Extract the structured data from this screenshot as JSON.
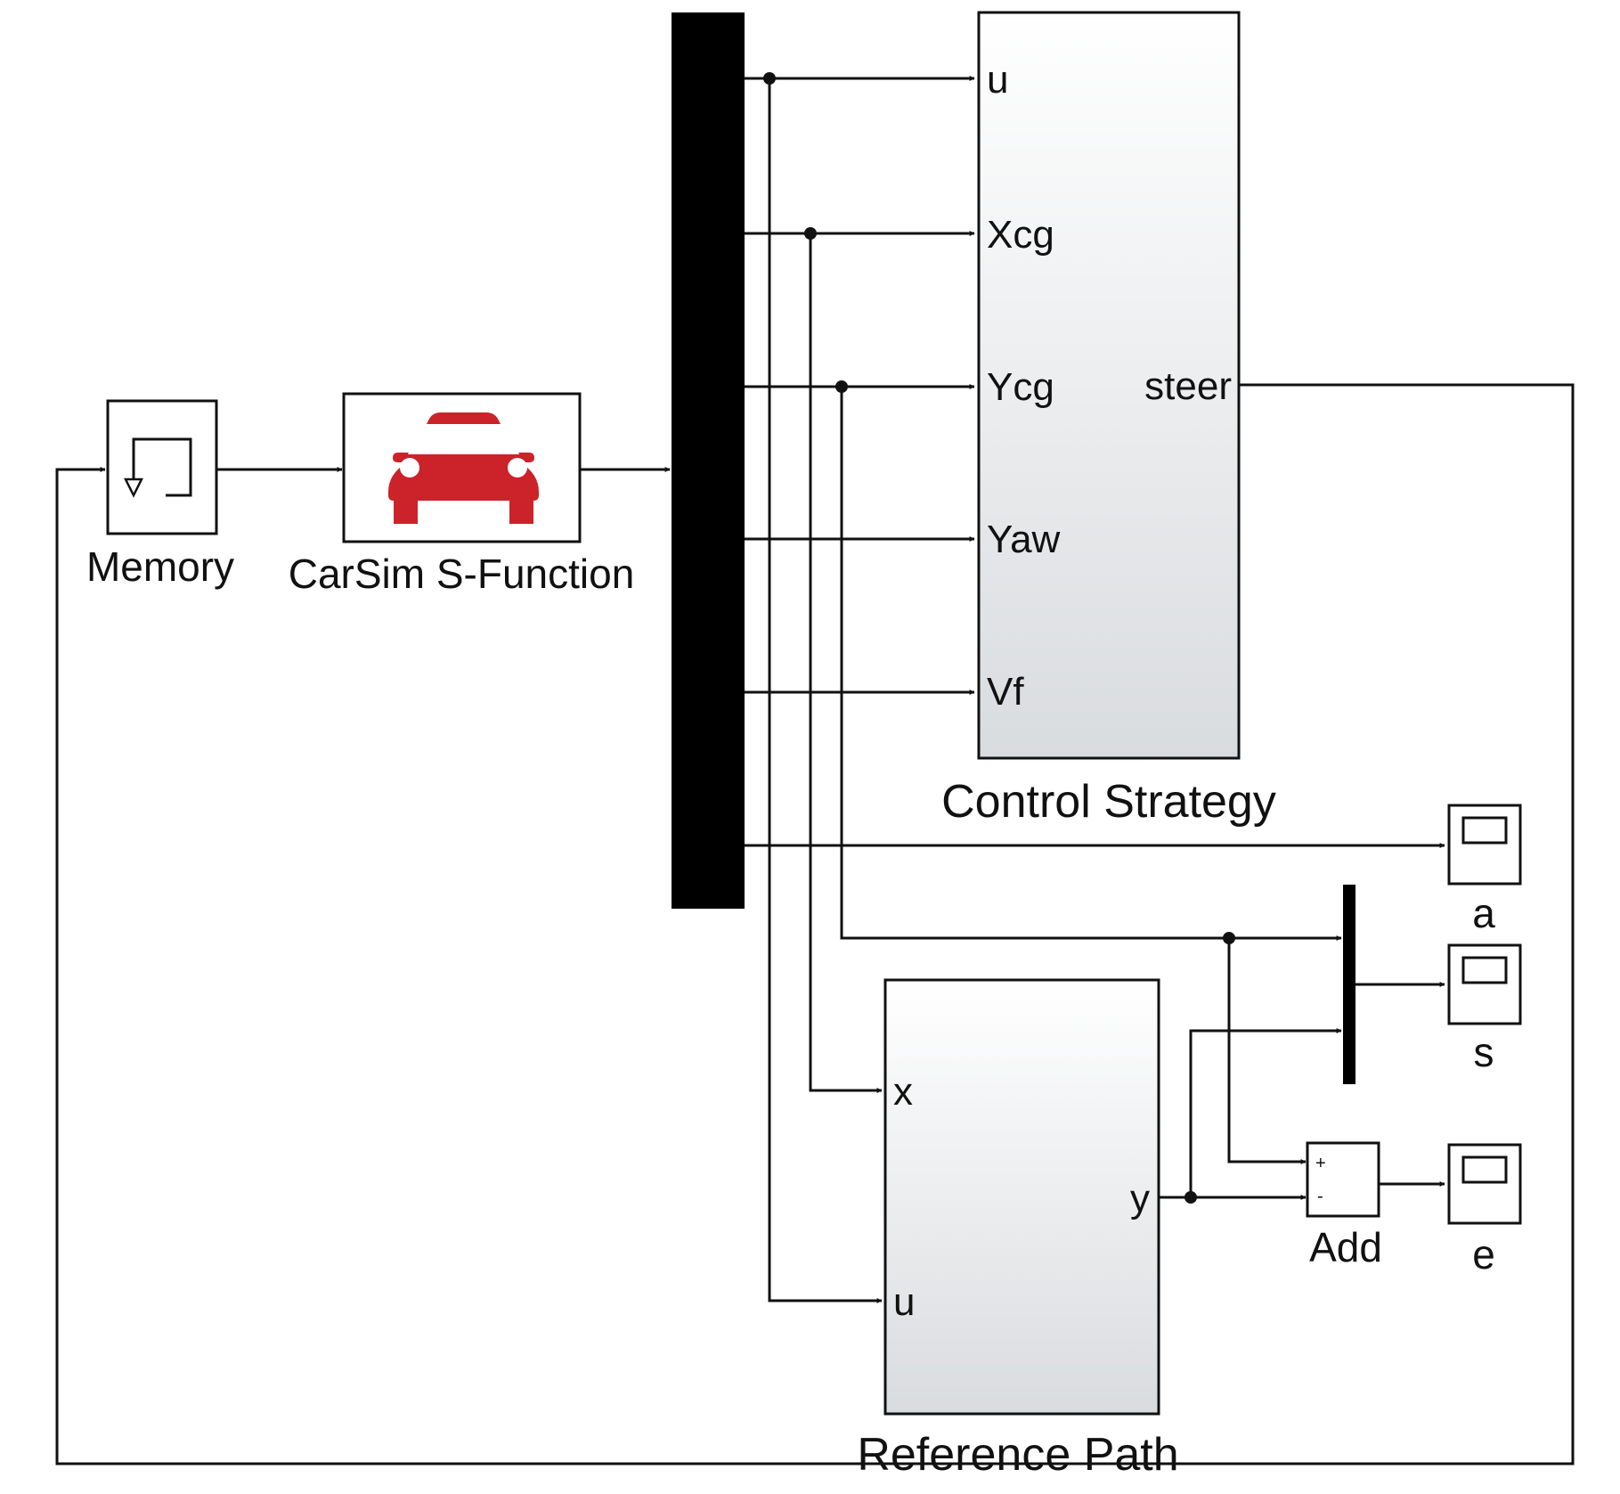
{
  "blocks": {
    "memory": {
      "label": "Memory"
    },
    "carsim": {
      "label": "CarSim S-Function"
    },
    "control_strategy": {
      "label": "Control Strategy",
      "inputs": [
        "u",
        "Xcg",
        "Ycg",
        "Yaw",
        "Vf"
      ],
      "output": "steer"
    },
    "reference_path": {
      "label": "Reference Path",
      "inputs": [
        "x",
        "u"
      ],
      "output": "y"
    },
    "add": {
      "label": "Add",
      "signs": [
        "+",
        "-"
      ]
    },
    "scopes": [
      "a",
      "s",
      "e"
    ]
  },
  "colors": {
    "line": "#111111",
    "car": "#cc2229",
    "subsystem_top": "#ffffff",
    "subsystem_bottom": "#d9dcdf"
  }
}
